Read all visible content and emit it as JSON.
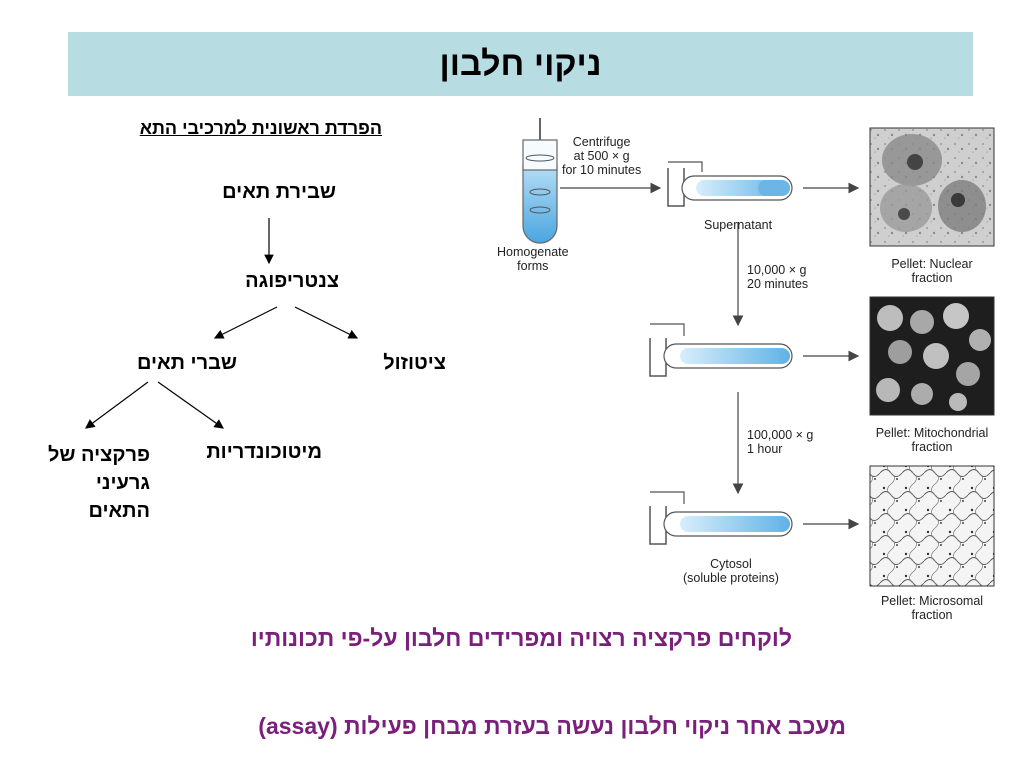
{
  "title": "ניקוי חלבון",
  "subtitle": "הפרדת ראשונית למרכיבי התא",
  "flow": {
    "cell_lysis": "שבירת תאים",
    "centrifugation": "צנטריפוגה",
    "cytosol": "ציטוזול",
    "cell_fragments": "שברי תאים",
    "mitochondria": "מיטוכונדריות",
    "nuclei_fraction_line1": "פרקציה של",
    "nuclei_fraction_line2": "גרעיני",
    "nuclei_fraction_line3": "התאים"
  },
  "figure": {
    "centrifuge_line1": "Centrifuge",
    "centrifuge_line2": "at 500 × g",
    "centrifuge_line3": "for 10 minutes",
    "homogenate_line1": "Homogenate",
    "homogenate_line2": "forms",
    "supernatant": "Supernatant",
    "step2_line1": "10,000 × g",
    "step2_line2": "20 minutes",
    "step3_line1": "100,000 × g",
    "step3_line2": "1 hour",
    "cytosol_line1": "Cytosol",
    "cytosol_line2": "(soluble proteins)",
    "pellet1_line1": "Pellet: Nuclear",
    "pellet1_line2": "fraction",
    "pellet2_line1": "Pellet: Mitochondrial",
    "pellet2_line2": "fraction",
    "pellet3_line1": "Pellet: Microsomal",
    "pellet3_line2": "fraction"
  },
  "bottom_line1": "לוקחים פרקציה רצויה ומפרידים חלבון על-פי תכונותיו",
  "bottom_line2": "מעכב אחר ניקוי חלבון נעשה בעזרת מבחן פעילות (assay)"
}
